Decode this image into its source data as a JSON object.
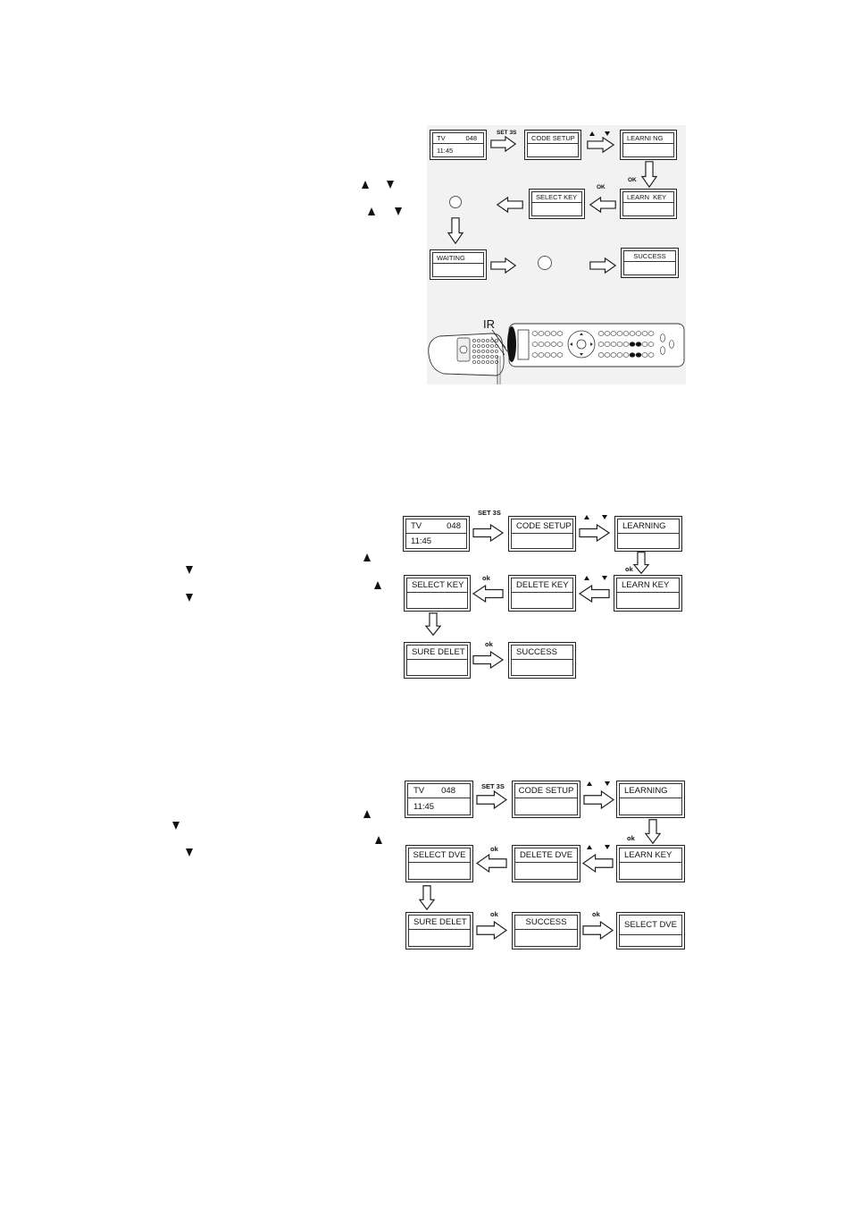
{
  "colors": {
    "ink": "#111111",
    "scan_background": "#f2f2f2",
    "page": "#ffffff"
  },
  "icons": {
    "arrow": "hollow-arrow-icon",
    "up": "up-triangle-icon",
    "down": "down-triangle-icon",
    "button": "button-circle-icon"
  },
  "d1": {
    "tv_screen": {
      "source": "TV",
      "code": "048",
      "time": "11:45"
    },
    "set_label": "SET 3S",
    "code_setup": "CODE SETUP",
    "learning": "LEARNI NG",
    "ok_label_1": "OK",
    "learn_key": "LEARN  KEY",
    "ok_label_2": "OK",
    "select_key": "SELECT KEY",
    "waiting": "WAITING",
    "success": "SUCCESS",
    "ir_label": "IR"
  },
  "d2": {
    "tv_screen": {
      "source": "TV",
      "code": "048",
      "time": "11:45"
    },
    "set_label": "SET 3S",
    "code_setup": "CODE SETUP",
    "learning": "LEARNING",
    "ok_label_1": "ok",
    "learn_key": "LEARN KEY",
    "delete_key": "DELETE KEY",
    "ok_label_2": "ok",
    "select_key": "SELECT KEY",
    "sure_delet": "SURE DELET",
    "ok_label_3": "ok",
    "success": "SUCCESS"
  },
  "d3": {
    "tv_screen": {
      "source": "TV",
      "code": "048",
      "time": "11:45"
    },
    "set_label": "SET 3S",
    "code_setup": "CODE SETUP",
    "learning": "LEARNING",
    "ok_label_1": "ok",
    "learn_key": "LEARN KEY",
    "delete_dve": "DELETE DVE",
    "ok_label_2": "ok",
    "select_dve": "SELECT DVE",
    "sure_delet": "SURE DELET",
    "ok_label_3": "ok",
    "success": "SUCCESS",
    "ok_label_4": "ok",
    "select_dve_2": "SELECT DVE"
  }
}
